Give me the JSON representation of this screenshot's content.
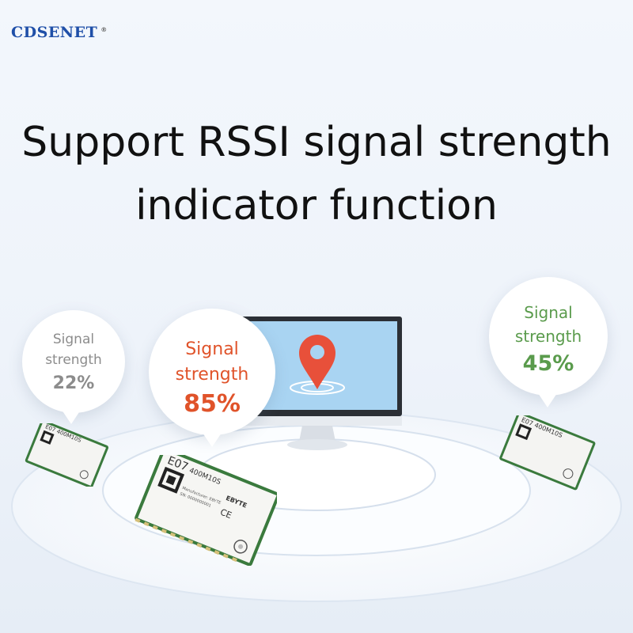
{
  "brand": {
    "logo_text": "CDSENET",
    "registered_mark": "®"
  },
  "headline": {
    "line1": "Support RSSI signal strength",
    "line2": "indicator function"
  },
  "bubbles": [
    {
      "label_line1": "Signal",
      "label_line2": "strength",
      "value": "22%",
      "color": "#8c8c8c"
    },
    {
      "label_line1": "Signal",
      "label_line2": "strength",
      "value": "85%",
      "color": "#e0532a"
    },
    {
      "label_line1": "Signal",
      "label_line2": "strength",
      "value": "45%",
      "color": "#5a9b4c"
    }
  ],
  "module": {
    "model": "E07",
    "part": "400M10S",
    "maker": "EBYTE",
    "manufacturer_line": "Manufacturer: EBYTE",
    "sn_line": "SN: 0000000001",
    "ce_mark": "CE"
  },
  "monitor": {
    "icon": "location-pin-icon",
    "screen_color": "#a9d4f2",
    "pin_color": "#e8503a"
  }
}
